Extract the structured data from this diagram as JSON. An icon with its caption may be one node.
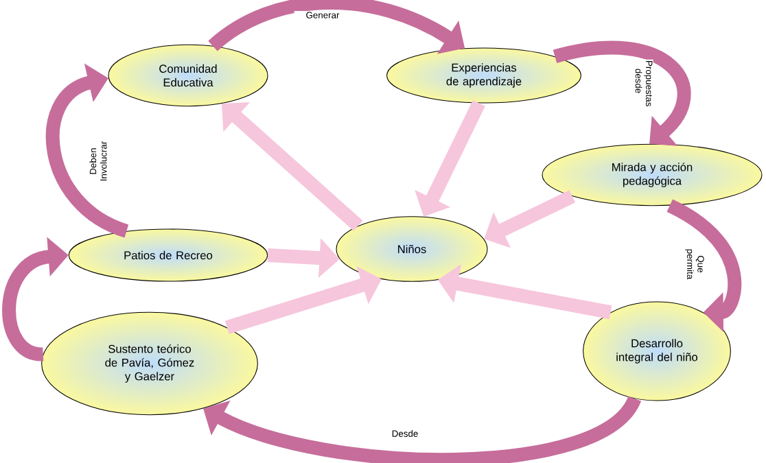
{
  "diagram": {
    "nodes": [
      {
        "text": [
          "Comunidad Educativa"
        ]
      },
      {
        "text": [
          "Experiencias de aprendizaje"
        ]
      },
      {
        "text": [
          "Mirada y acción pedagógica"
        ]
      },
      {
        "text": [
          "Patios de Recreo"
        ]
      },
      {
        "text": [
          "Niños"
        ]
      },
      {
        "text": [
          "Sustento teórico de Pavía, Gómez y Gaelzer"
        ]
      },
      {
        "text": [
          "Desarrollo integral del niño"
        ]
      }
    ],
    "edges": [
      {
        "from": 0,
        "to": 1,
        "arrow": "to",
        "label": "Generar",
        "color": "#c66d9b"
      },
      {
        "from": 1,
        "to": 2,
        "arrow": "to",
        "label": "Propuestas desde",
        "color": "#c66d9b"
      },
      {
        "from": 2,
        "to": 6,
        "arrow": "to",
        "label": "Que permita",
        "color": "#c66d9b"
      },
      {
        "from": 6,
        "to": 5,
        "arrow": "to",
        "label": "Desde",
        "color": "#c66d9b"
      },
      {
        "from": 5,
        "to": 3,
        "arrow": "to",
        "color": "#c66d9b"
      },
      {
        "from": 3,
        "to": 0,
        "arrow": "to",
        "label": "Deben Involucrar",
        "color": "#c66d9b"
      },
      {
        "from": 4,
        "to": 0,
        "arrow": "to"
      },
      {
        "from": 1,
        "to": 4,
        "arrow": "to"
      },
      {
        "from": 2,
        "to": 4,
        "arrow": "to"
      },
      {
        "from": 3,
        "to": 4,
        "arrow": "to"
      },
      {
        "from": 5,
        "to": 4,
        "arrow": "to"
      },
      {
        "from": 6,
        "to": 4,
        "arrow": "to"
      }
    ]
  }
}
